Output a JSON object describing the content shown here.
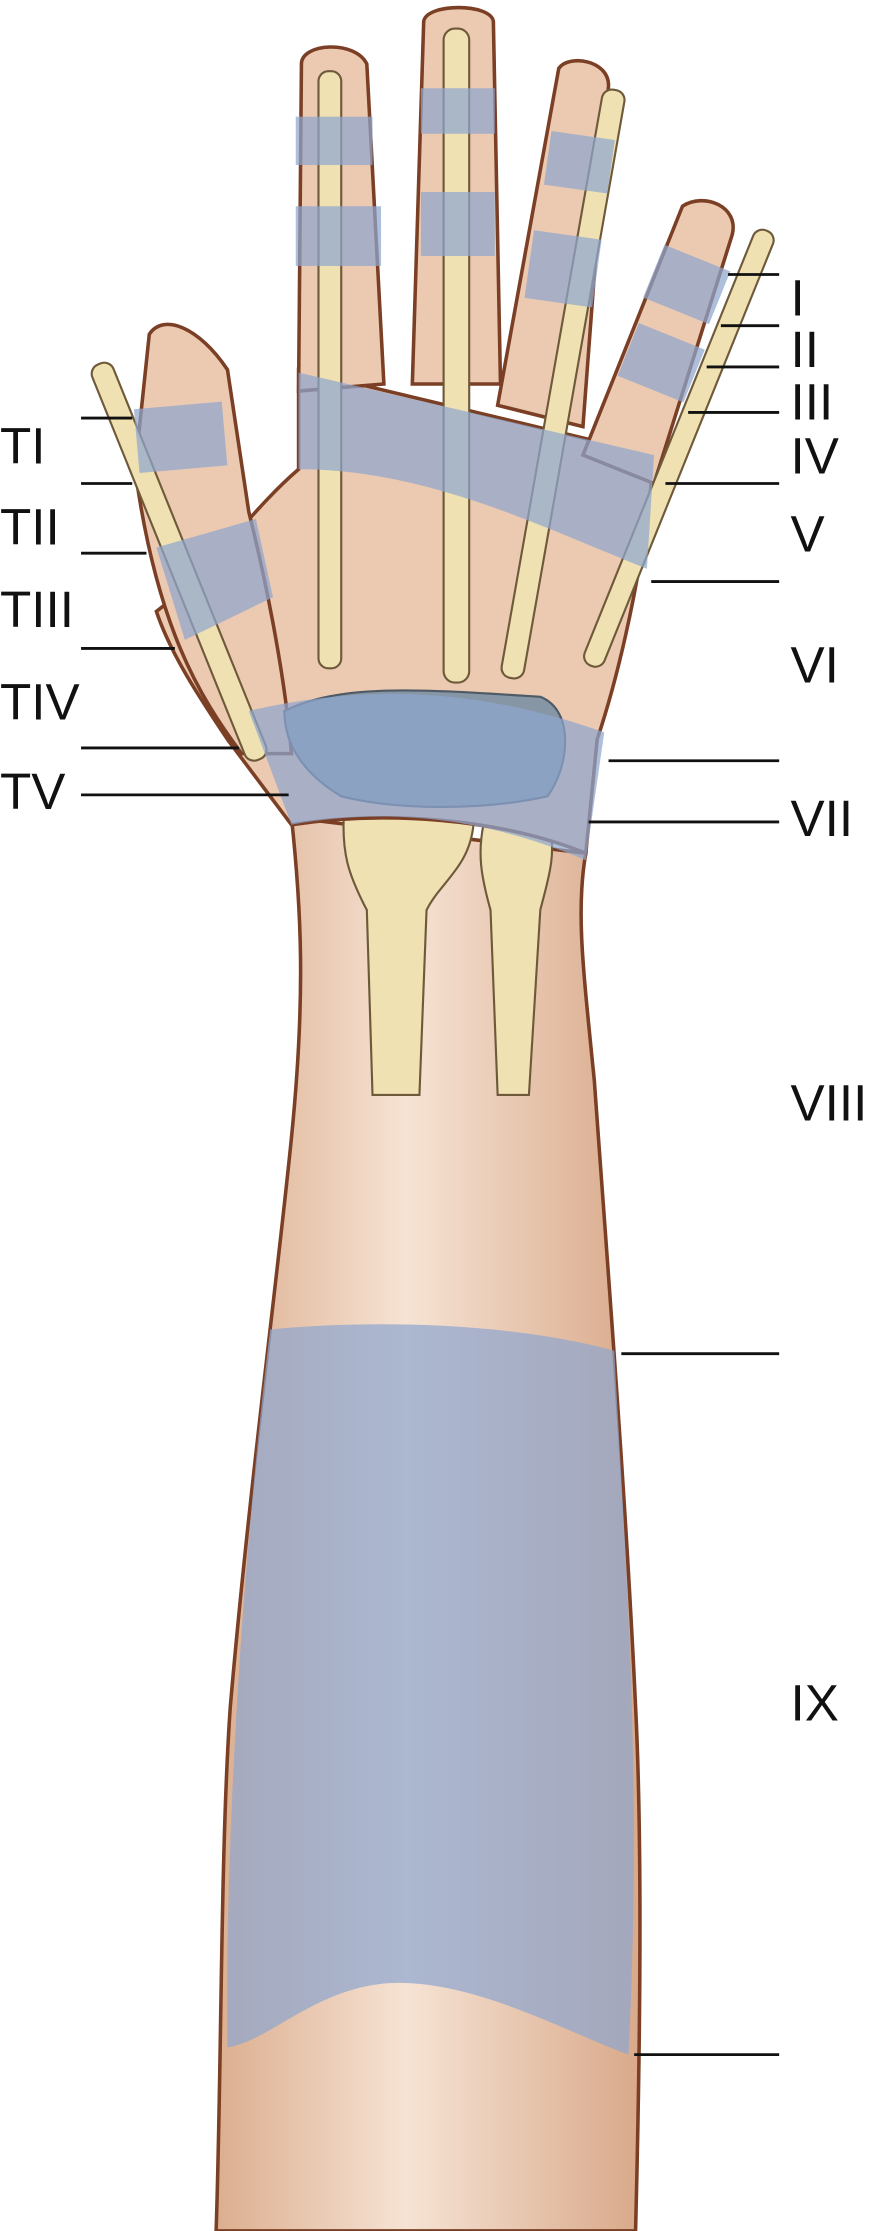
{
  "title": "Extensor tendon zones of the hand and forearm",
  "zones_right": [
    "I",
    "II",
    "III",
    "IV",
    "V",
    "VI",
    "VII",
    "VIII",
    "IX"
  ],
  "zones_thumb": [
    "TI",
    "TII",
    "TIII",
    "TIV",
    "TV"
  ],
  "colors": {
    "skin": "#eccab1",
    "outline": "#7a3f24",
    "bone": "#efe1b2",
    "zone_band": "#8fa6cf"
  }
}
